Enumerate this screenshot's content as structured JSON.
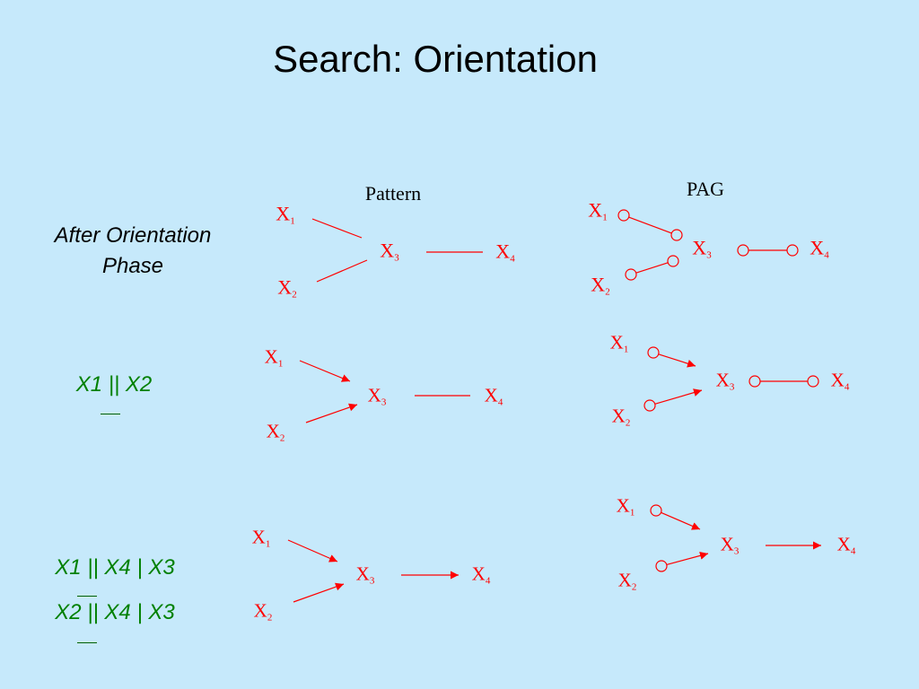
{
  "slide": {
    "title": "Search: Orientation",
    "colors": {
      "background": "#c6e9fb",
      "graph": "#ff0000",
      "label": "#008000"
    }
  },
  "columns": {
    "pattern": "Pattern",
    "pag": "PAG"
  },
  "rows": [
    {
      "label_lines": [
        "After Orientation",
        "Phase"
      ],
      "label_color": "black"
    },
    {
      "label_lines": [
        "X1 || X2"
      ],
      "label_color": "green",
      "underline_under": "||"
    },
    {
      "label_lines": [
        "X1 || X4 | X3",
        "X2 || X4 | X3"
      ],
      "label_color": "green",
      "underline_under": "||"
    }
  ],
  "nodes": {
    "x1": {
      "letter": "X",
      "sub": "1"
    },
    "x2": {
      "letter": "X",
      "sub": "2"
    },
    "x3": {
      "letter": "X",
      "sub": "3"
    },
    "x4": {
      "letter": "X",
      "sub": "4"
    }
  },
  "graphs": [
    {
      "row": 1,
      "type": "pattern",
      "edges": {
        "x1_x3": "undirected",
        "x2_x3": "undirected",
        "x3_x4": "undirected"
      }
    },
    {
      "row": 1,
      "type": "pag",
      "edges": {
        "x1_x3": "circle-circle",
        "x2_x3": "circle-circle",
        "x3_x4": "circle-circle"
      }
    },
    {
      "row": 2,
      "type": "pattern",
      "edges": {
        "x1_x3": "arrow",
        "x2_x3": "arrow",
        "x3_x4": "undirected"
      }
    },
    {
      "row": 2,
      "type": "pag",
      "edges": {
        "x1_x3": "circle-arrow",
        "x2_x3": "circle-arrow",
        "x3_x4": "circle-circle"
      }
    },
    {
      "row": 3,
      "type": "pattern",
      "edges": {
        "x1_x3": "arrow",
        "x2_x3": "arrow",
        "x3_x4": "arrow"
      }
    },
    {
      "row": 3,
      "type": "pag",
      "edges": {
        "x1_x3": "circle-arrow",
        "x2_x3": "circle-arrow",
        "x3_x4": "arrow"
      }
    }
  ]
}
